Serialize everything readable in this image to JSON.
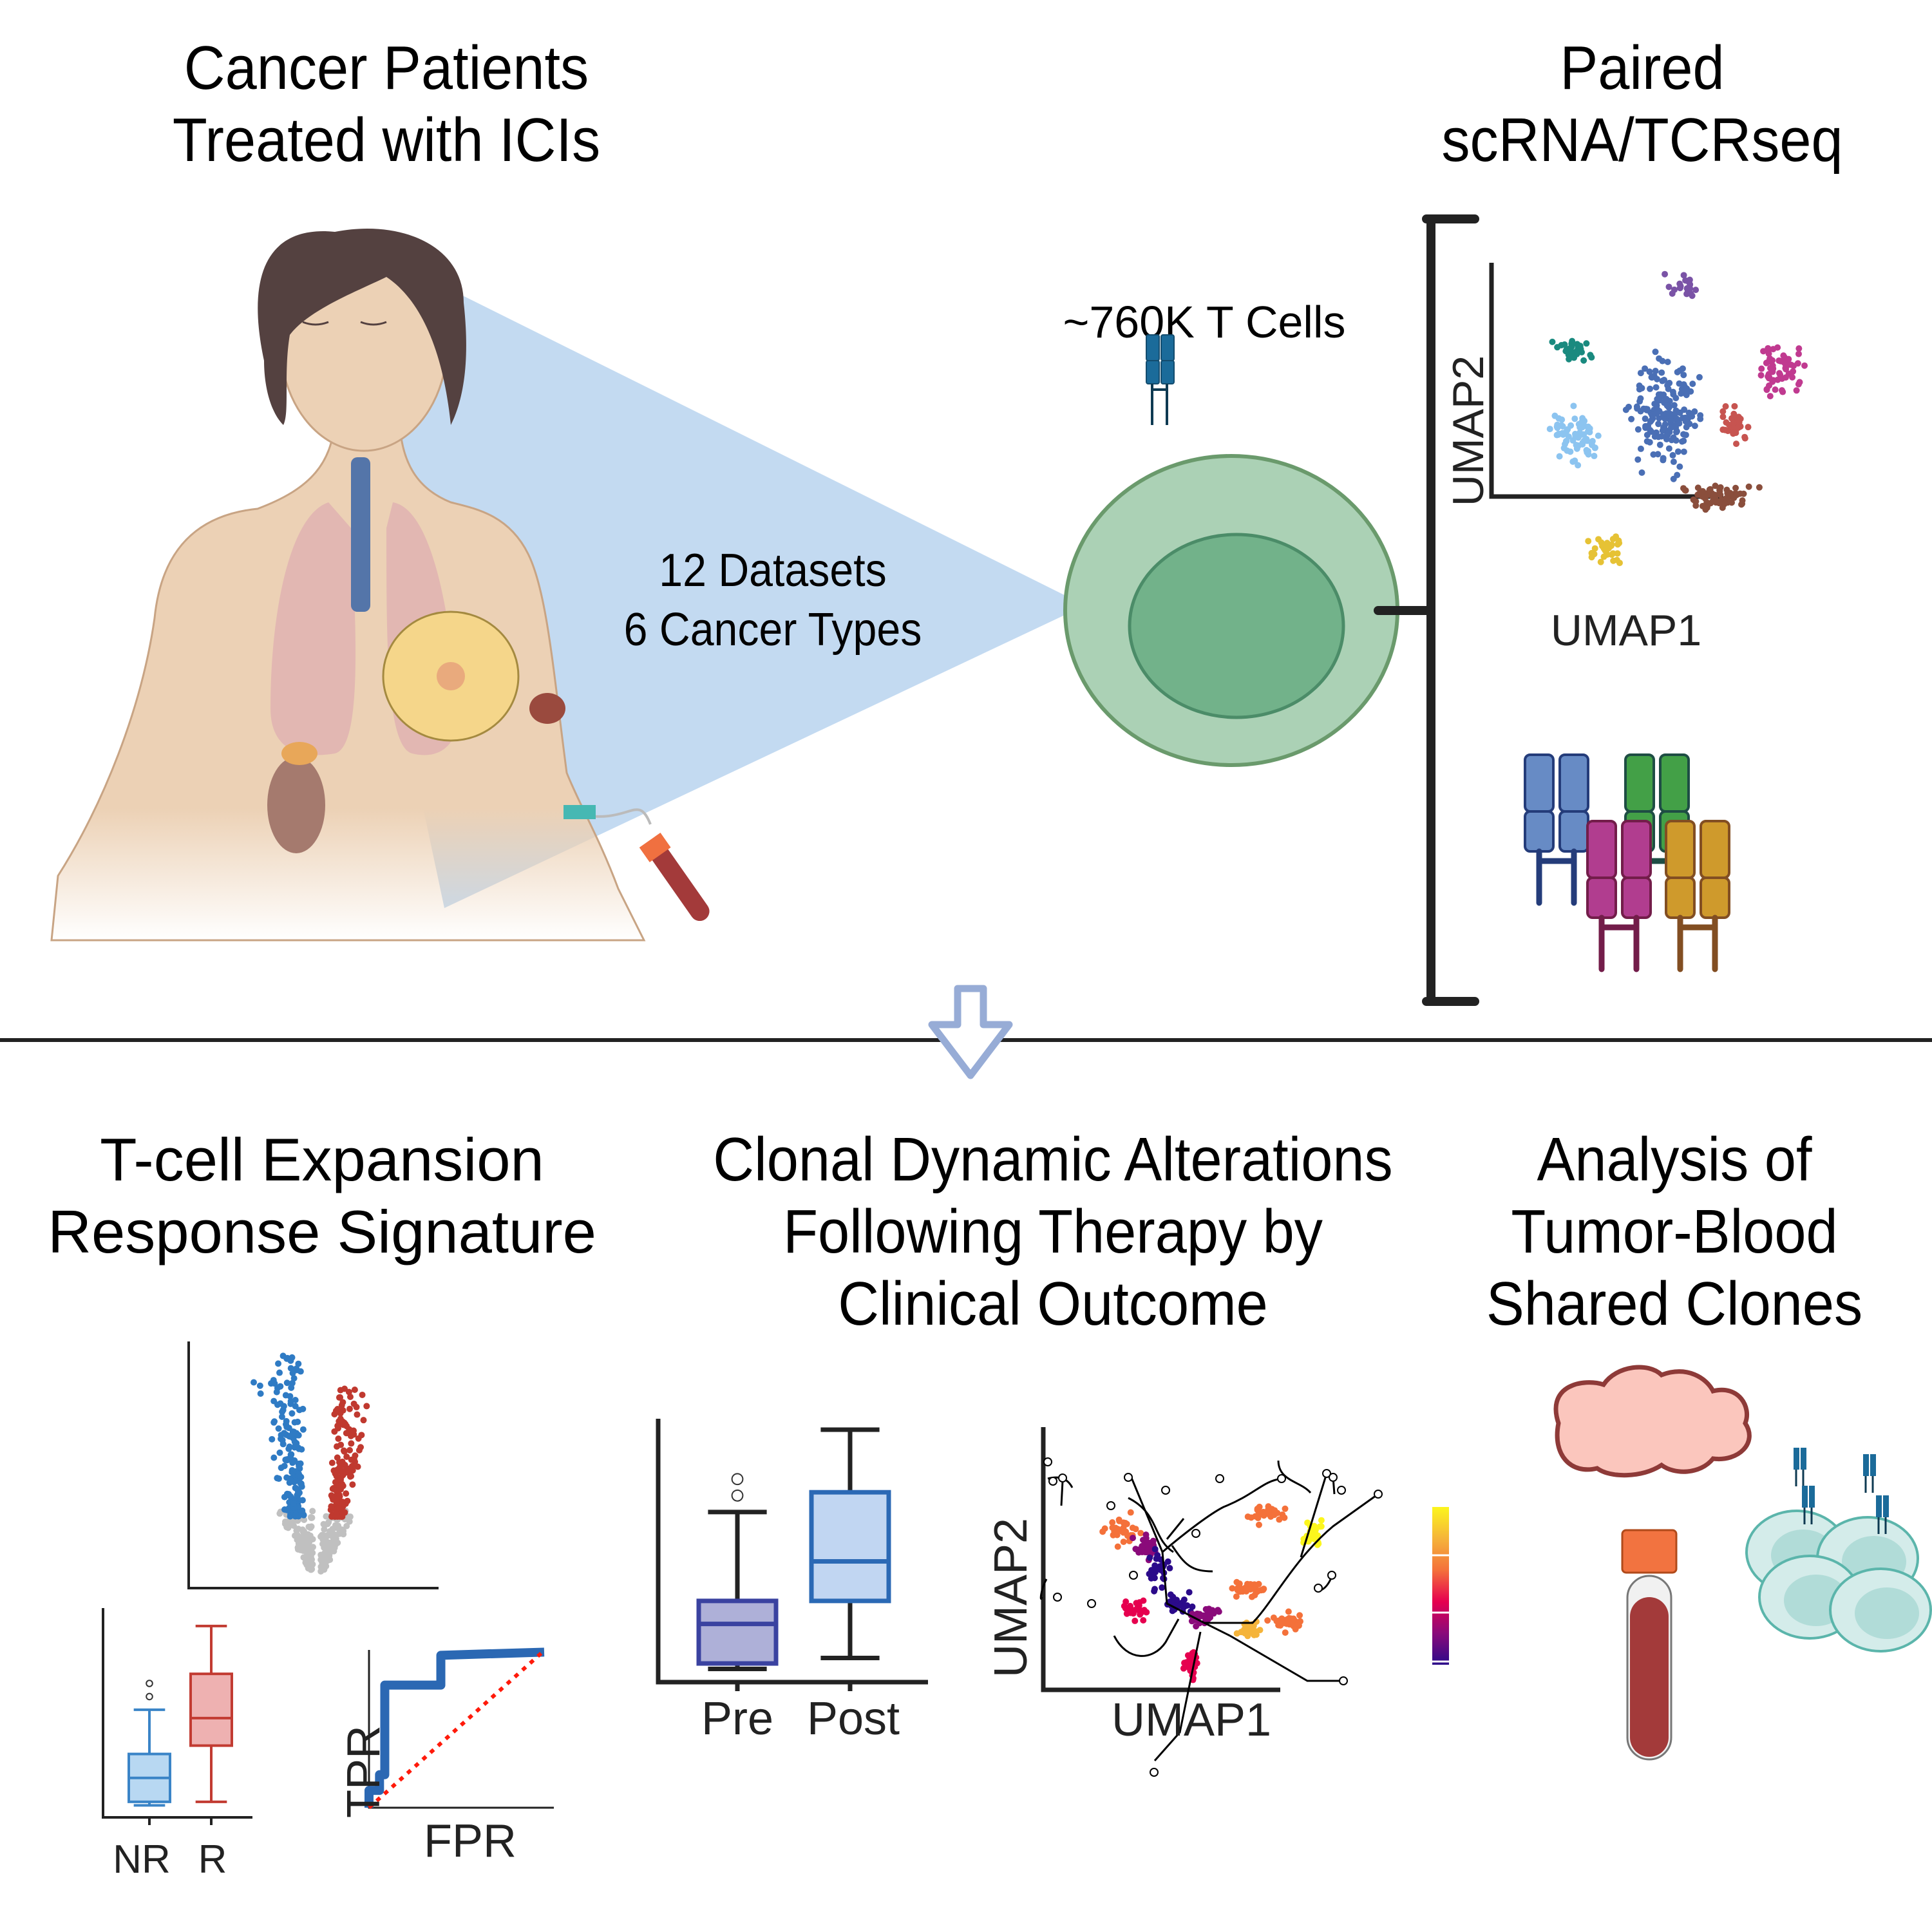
{
  "top": {
    "left_title": [
      "Cancer Patients",
      "Treated with ICIs"
    ],
    "right_title": [
      "Paired",
      "scRNA/TCRseq"
    ],
    "cohort_label": [
      "12 Datasets",
      "6 Cancer Types"
    ],
    "cell_label": "~760K T Cells",
    "umap_xlabel": "UMAP1",
    "umap_ylabel": "UMAP2",
    "umap_clusters": [
      {
        "name": "teal",
        "color": "#1a8a7f"
      },
      {
        "name": "purple",
        "color": "#7a53a6"
      },
      {
        "name": "light-blue",
        "color": "#8cc4f0"
      },
      {
        "name": "blue",
        "color": "#4a6fb5"
      },
      {
        "name": "magenta",
        "color": "#c03a90"
      },
      {
        "name": "red",
        "color": "#c75450"
      },
      {
        "name": "brown",
        "color": "#8a4e3c"
      },
      {
        "name": "yellow",
        "color": "#e6c235"
      }
    ],
    "tcr_clonotypes": [
      {
        "name": "blue",
        "fill": "#678bc5",
        "stroke": "#243c7a"
      },
      {
        "name": "green",
        "fill": "#43a047",
        "stroke": "#1e4d44"
      },
      {
        "name": "magenta",
        "fill": "#b13d8f",
        "stroke": "#731d4a"
      },
      {
        "name": "gold",
        "fill": "#cf9a2c",
        "stroke": "#824e22"
      }
    ]
  },
  "bottom": {
    "sections": [
      {
        "title": [
          "T-cell Expansion",
          "Response Signature"
        ]
      },
      {
        "title": [
          "Clonal Dynamic Alterations",
          "Following Therapy by",
          "Clinical Outcome"
        ]
      },
      {
        "title": [
          "Analysis of",
          "Tumor-Blood",
          "Shared Clones"
        ]
      }
    ]
  },
  "chart_data": [
    {
      "type": "scatter",
      "title": "Volcano plot",
      "xlabel": "",
      "ylabel": "",
      "series": [
        {
          "name": "down",
          "color": "#2f7bc4"
        },
        {
          "name": "up",
          "color": "#c0392f"
        },
        {
          "name": "ns",
          "color": "#c0c0c0"
        }
      ]
    },
    {
      "type": "box",
      "title": "Response signature",
      "categories": [
        "NR",
        "R"
      ],
      "colors": [
        {
          "fill": "#b8d8f2",
          "stroke": "#3a84c7"
        },
        {
          "fill": "#eeb1b1",
          "stroke": "#c23b32"
        }
      ],
      "boxes": [
        {
          "min": 0.1,
          "q1": 0.13,
          "median": 0.33,
          "q3": 0.53,
          "max": 0.9,
          "outliers": [
            1.01,
            1.12
          ]
        },
        {
          "min": 0.13,
          "q1": 0.6,
          "median": 0.83,
          "q3": 1.2,
          "max": 1.6,
          "outliers": []
        }
      ],
      "ylim": [
        0,
        1.75
      ]
    },
    {
      "type": "line",
      "title": "ROC",
      "xlabel": "FPR",
      "ylabel": "TPR",
      "series": [
        {
          "name": "ROC",
          "color": "#2b68b3",
          "x": [
            0,
            0,
            0.06,
            0.06,
            0.09,
            0.09,
            0.14,
            0.14,
            0.41,
            0.41,
            1.0
          ],
          "y": [
            0,
            0.11,
            0.11,
            0.21,
            0.21,
            0.78,
            0.78,
            0.78,
            0.78,
            0.97,
            0.99
          ]
        },
        {
          "name": "chance",
          "color": "#ff1a0a",
          "x": [
            0,
            1
          ],
          "y": [
            0,
            1
          ]
        }
      ],
      "xlim": [
        0,
        1
      ],
      "ylim": [
        0,
        1
      ]
    },
    {
      "type": "box",
      "title": "Clonal dynamics",
      "categories": [
        "Pre",
        "Post"
      ],
      "colors": [
        {
          "fill": "#aeb0d8",
          "stroke": "#3a42a0"
        },
        {
          "fill": "#c1d6f2",
          "stroke": "#2b69b5"
        }
      ],
      "boxes": [
        {
          "min": 0.12,
          "q1": 0.17,
          "median": 0.53,
          "q3": 0.74,
          "max": 1.55,
          "outliers": [
            1.7,
            1.85
          ]
        },
        {
          "min": 0.22,
          "q1": 0.74,
          "median": 1.1,
          "q3": 1.73,
          "max": 2.3,
          "outliers": []
        }
      ],
      "ylim": [
        0,
        2.4
      ]
    },
    {
      "type": "scatter",
      "title": "Trajectory UMAP",
      "xlabel": "UMAP1",
      "ylabel": "UMAP2",
      "colorbar": [
        "#2b0a8a",
        "#8a0a7a",
        "#e6004f",
        "#f4713a",
        "#f5b43a",
        "#fcf61d"
      ]
    }
  ]
}
